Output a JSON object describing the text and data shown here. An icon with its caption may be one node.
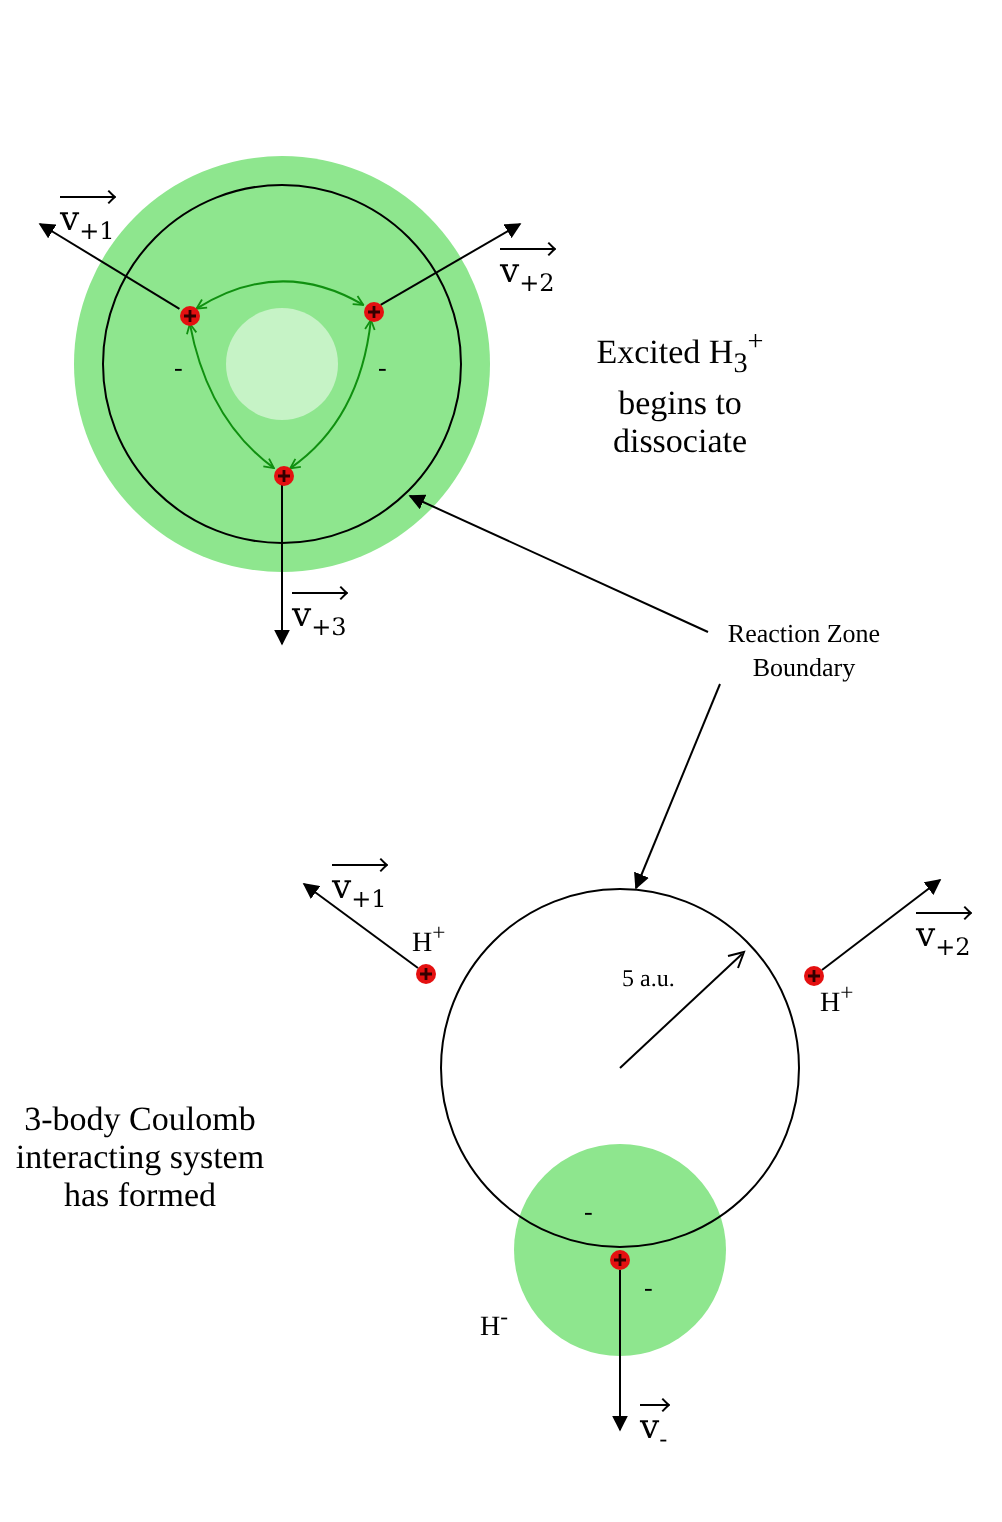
{
  "diagram": {
    "nodes": [
      {
        "text": [],
        "shape": "circle"
      },
      {
        "text": [],
        "shape": "circle",
        "in": 0
      },
      {
        "text": [],
        "shape": "circle",
        "in": 1
      },
      {
        "text": [],
        "shape": "circle",
        "in": 1
      },
      {
        "text": [],
        "shape": "circle",
        "in": 1
      },
      {
        "text": [
          "Reaction Zone Boundary"
        ]
      },
      {
        "text": [],
        "shape": "circle"
      },
      {
        "text": [],
        "shape": "circle",
        "beside": [
          "H$^{+}$"
        ]
      },
      {
        "text": [],
        "shape": "circle",
        "beside": [
          "H$^{+}$"
        ]
      },
      {
        "text": [],
        "shape": "circle",
        "beside": [
          "H$^{-}$"
        ]
      },
      {
        "text": [],
        "shape": "circle",
        "in": 9
      }
    ],
    "edges": [
      {
        "from": 2,
        "to": null,
        "arrow": "to",
        "label": "v$_{+1}$"
      },
      {
        "from": 3,
        "to": null,
        "arrow": "to",
        "label": "v$_{+2}$"
      },
      {
        "from": 4,
        "to": null,
        "arrow": "to",
        "label": "v$_{+3}$"
      },
      {
        "from": 2,
        "to": 3,
        "arrow": "both",
        "color": "#109010"
      },
      {
        "from": 2,
        "to": 4,
        "arrow": "both",
        "color": "#109010"
      },
      {
        "from": 3,
        "to": 4,
        "arrow": "both",
        "color": "#109010"
      },
      {
        "from": 5,
        "to": 1,
        "arrow": "to"
      },
      {
        "from": 5,
        "to": 6,
        "arrow": "to"
      },
      {
        "from": 7,
        "to": null,
        "arrow": "to",
        "label": "v$_{+1}$"
      },
      {
        "from": 8,
        "to": null,
        "arrow": "to",
        "label": "v$_{+2}$"
      },
      {
        "from": 10,
        "to": null,
        "arrow": "to",
        "label": "v$_{-}$"
      }
    ],
    "labels": [
      "Excited H$_{3}$$^{+}$ begins to dissociate",
      "-",
      "-",
      "5 a.u.",
      "-",
      "-",
      "3-body Coulomb interacting system has formed"
    ]
  }
}
